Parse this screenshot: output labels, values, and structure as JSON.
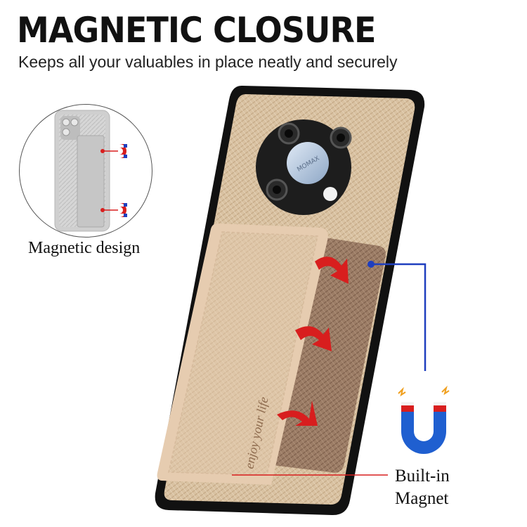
{
  "header": {
    "title": "MAGNETIC CLOSURE",
    "subtitle": "Keeps all your valuables in place neatly and securely"
  },
  "inset": {
    "caption": "Magnetic design"
  },
  "product": {
    "brand_mark": "MOMAX",
    "wallet_print": "enjoy your life",
    "case_color": "#d8c0a0",
    "bumper_color": "#111111"
  },
  "callout": {
    "line1": "Built-in",
    "line2": "Magnet",
    "leader_color": "#1f3fbf",
    "arrow_color": "#d81e1e"
  }
}
